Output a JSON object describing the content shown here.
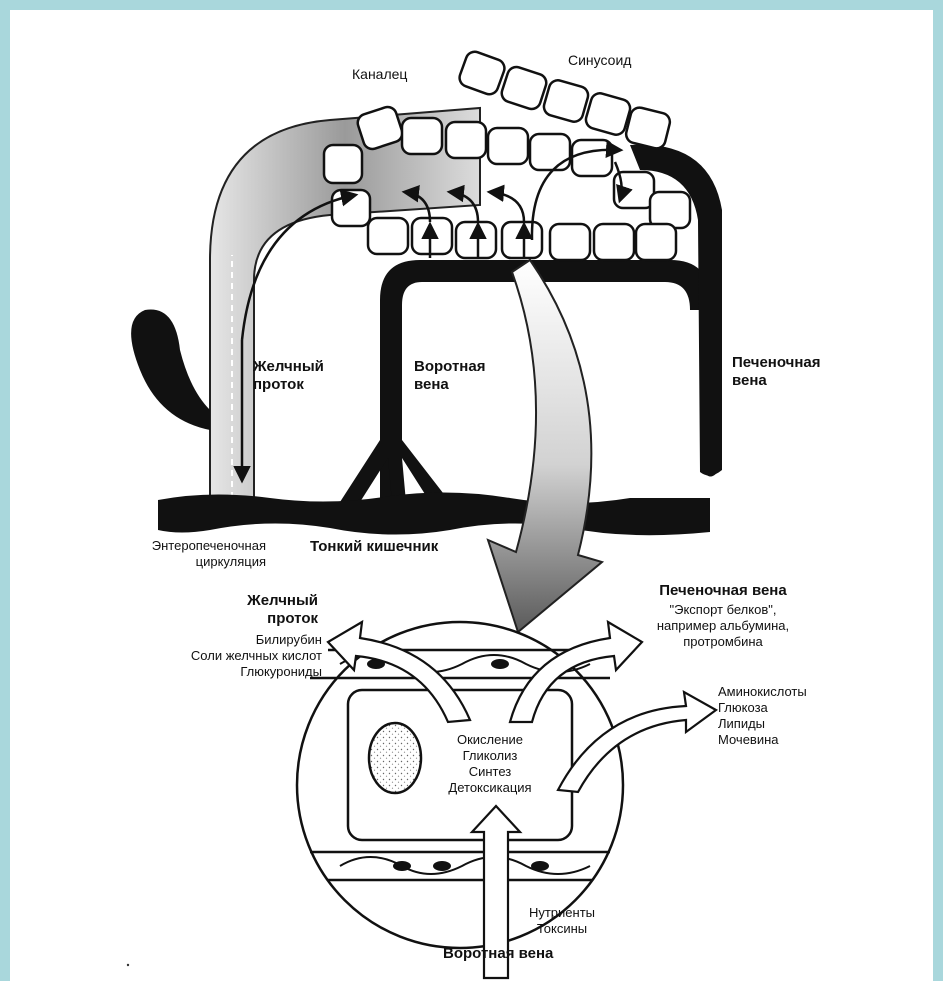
{
  "colors": {
    "background_frame": "#a9d7dc",
    "canvas": "#ffffff",
    "ink": "#111111",
    "gray_fill": "#cfcfcf"
  },
  "labels": {
    "kanalets": "Каналец",
    "sinusoid": "Синусоид",
    "zhelchny_protok_top": [
      "Желчный",
      "проток"
    ],
    "vorotnaya_vena_top": [
      "Воротная",
      "вена"
    ],
    "pechenochnaya_vena_top": [
      "Печеночная",
      "вена"
    ],
    "enterohepatic": [
      "Энтеропеченочная",
      "циркуляция"
    ],
    "tonky_kishechnik": "Тонкий кишечник",
    "zhelchny_protok_bottom": [
      "Желчный",
      "проток"
    ],
    "bile_items": [
      "Билирубин",
      "Соли желчных кислот",
      "Глюкурониды"
    ],
    "pechenochnaya_vena_bottom": "Печеночная вена",
    "export_items": [
      "\"Экспорт белков\",",
      "например альбумина,",
      "протромбина"
    ],
    "blood_items": [
      "Аминокислоты",
      "Глюкоза",
      "Липиды",
      "Мочевина"
    ],
    "cell_functions": [
      "Окисление",
      "Гликолиз",
      "Синтез",
      "Детоксикация"
    ],
    "input_items": [
      "Нутриенты",
      "Токсины"
    ],
    "vorotnaya_vena_bottom": "Воротная вена"
  }
}
